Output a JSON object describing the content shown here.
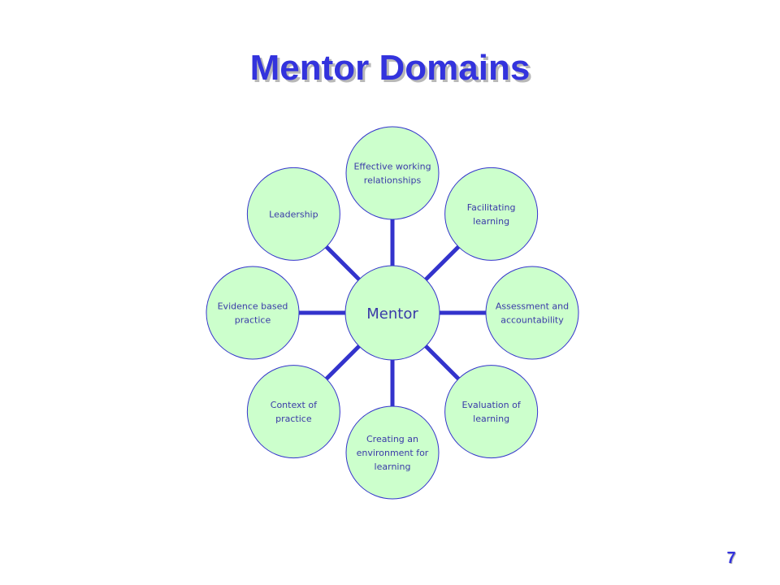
{
  "slide": {
    "title": "Mentor Domains",
    "page_number": "7"
  },
  "diagram": {
    "center": "Mentor",
    "nodes": [
      {
        "id": "effective-working-relationships",
        "lines": [
          "Effective working",
          "relationships"
        ]
      },
      {
        "id": "facilitating-learning",
        "lines": [
          "Facilitating",
          "learning"
        ]
      },
      {
        "id": "assessment-and-accountability",
        "lines": [
          "Assessment and",
          "accountability"
        ]
      },
      {
        "id": "evaluation-of-learning",
        "lines": [
          "Evaluation of",
          "learning"
        ]
      },
      {
        "id": "creating-an-environment-for-learning",
        "lines": [
          "Creating an",
          "environment for",
          "learning"
        ]
      },
      {
        "id": "context-of-practice",
        "lines": [
          "Context of",
          "practice"
        ]
      },
      {
        "id": "evidence-based-practice",
        "lines": [
          "Evidence based",
          "practice"
        ]
      },
      {
        "id": "leadership",
        "lines": [
          "Leadership"
        ]
      }
    ],
    "colors": {
      "node_fill": "#ccffcc",
      "node_stroke": "#3333cc",
      "connector": "#3333cc",
      "text": "#3a3aa8"
    }
  }
}
